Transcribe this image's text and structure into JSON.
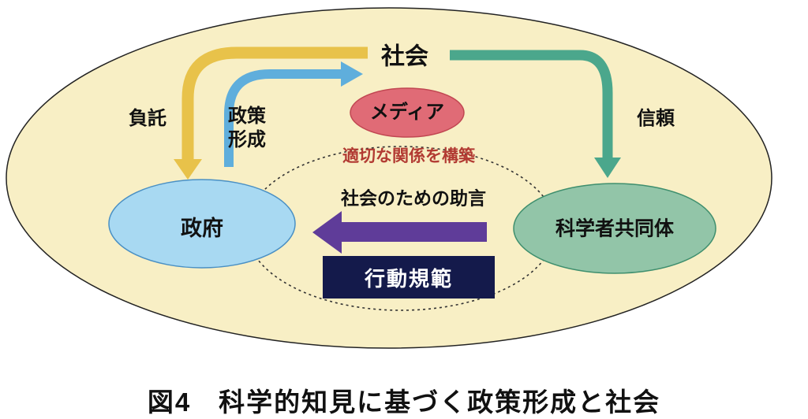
{
  "colors": {
    "page_bg": "#ffffff",
    "text_color": "#111111",
    "outer_fill": "#F8EFC5",
    "outer_stroke": "#222222",
    "yellow_arrow": "#E8C24A",
    "blue_arrow": "#5FAEDC",
    "green_arrow": "#4BA78C",
    "media_fill": "#E06B76",
    "media_stroke": "#C14752",
    "gov_fill": "#A8D9F2",
    "gov_stroke": "#4A90C4",
    "sci_fill": "#92C5A8",
    "sci_stroke": "#3F8F6E",
    "purple_arrow": "#5F3C99",
    "conduct_fill": "#141A4B",
    "relation_text": "#B23B33",
    "dashed_stroke": "#333333"
  },
  "nodes": {
    "society": {
      "label": "社会"
    },
    "media": {
      "label": "メディア"
    },
    "government": {
      "label": "政府"
    },
    "scientists": {
      "label": "科学者共同体"
    }
  },
  "arrows": {
    "mandate": {
      "label": "負託"
    },
    "policy": {
      "label": "政策\n形成"
    },
    "trust": {
      "label": "信頼"
    },
    "advice": {
      "label": "社会のための助言"
    },
    "relation": {
      "label": "適切な関係を構築"
    },
    "conduct": {
      "label": "行動規範"
    }
  },
  "caption": "図4　科学的知見に基づく政策形成と社会"
}
